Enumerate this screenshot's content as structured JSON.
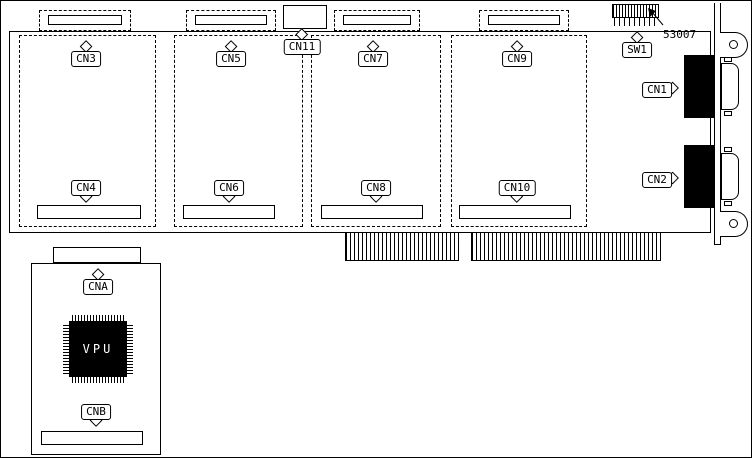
{
  "diagram": {
    "part_number": "53007",
    "chip_label": "VPU",
    "callouts": {
      "cn1": "CN1",
      "cn2": "CN2",
      "cn3": "CN3",
      "cn4": "CN4",
      "cn5": "CN5",
      "cn6": "CN6",
      "cn7": "CN7",
      "cn8": "CN8",
      "cn9": "CN9",
      "cn10": "CN10",
      "cn11": "CN11",
      "sw1": "SW1",
      "cna": "CNA",
      "cnb": "CNB"
    },
    "colors": {
      "line": "#000000",
      "background": "#ffffff",
      "connector_fill": "#000000",
      "chip_text": "#ffffff"
    }
  }
}
